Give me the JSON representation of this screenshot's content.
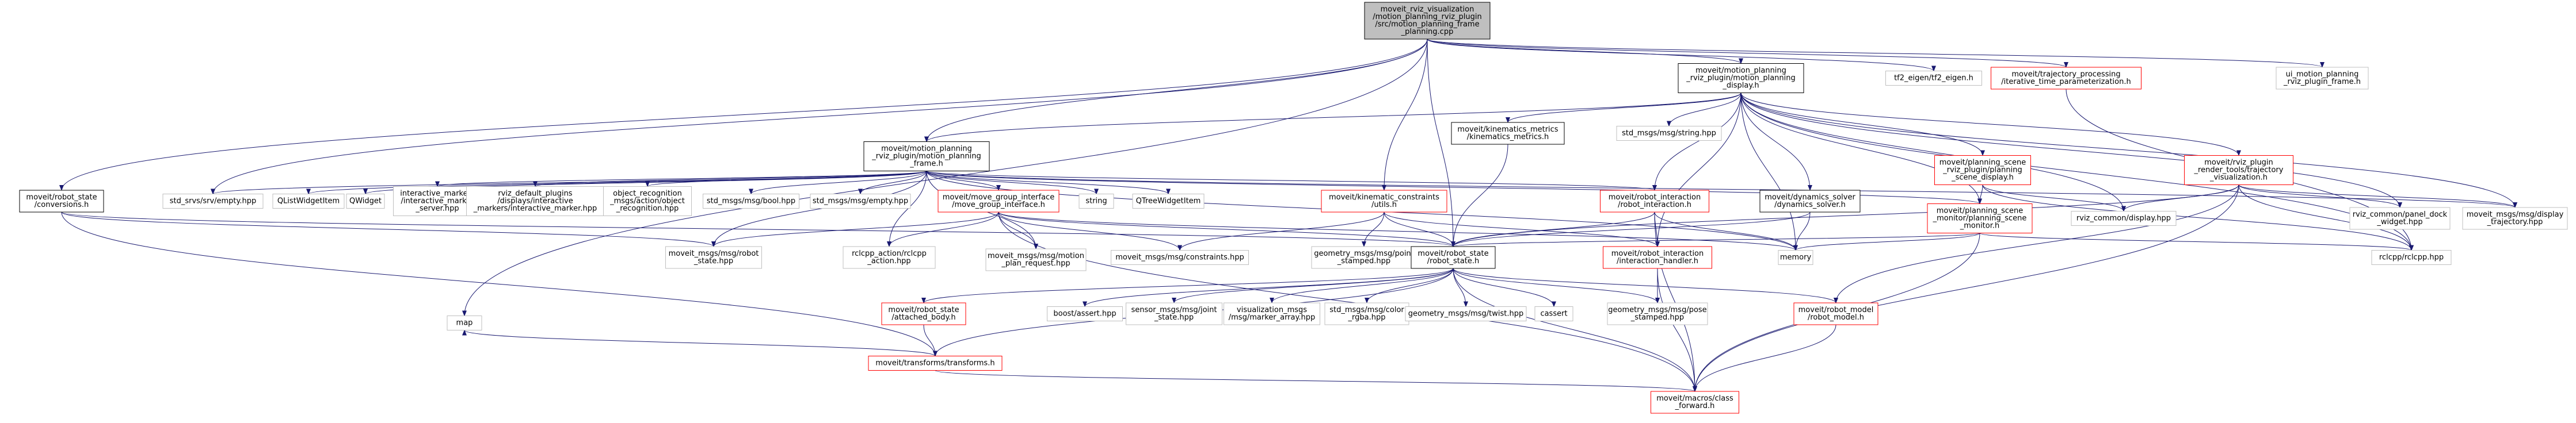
{
  "diagram": {
    "type": "include-dependency-graph",
    "colors": {
      "edge": "#191970",
      "root_fill": "#bfbfbf",
      "root_stroke": "#000000",
      "documented_stroke": "#000000",
      "undocumented_stroke": "#bfbfbf",
      "red_stroke": "#ff0000",
      "node_fill": "#ffffff"
    },
    "nodes": [
      {
        "id": "root",
        "style": "root",
        "lines": [
          "moveit_rviz_visualization",
          "/motion_planning_rviz_plugin",
          "/src/motion_planning_frame",
          "_planning.cpp"
        ]
      },
      {
        "id": "mpd",
        "style": "documented",
        "lines": [
          "moveit/motion_planning",
          "_rviz_plugin/motion_planning",
          "_display.h"
        ]
      },
      {
        "id": "tf2eigen",
        "style": "undocumented",
        "lines": [
          "tf2_eigen/tf2_eigen.h"
        ]
      },
      {
        "id": "itp",
        "style": "red",
        "lines": [
          "moveit/trajectory_processing",
          "/iterative_time_parameterization.h"
        ]
      },
      {
        "id": "uimpf",
        "style": "undocumented",
        "lines": [
          "ui_motion_planning",
          "_rviz_plugin_frame.h"
        ]
      },
      {
        "id": "mpf",
        "style": "documented",
        "lines": [
          "moveit/motion_planning",
          "_rviz_plugin/motion_planning",
          "_frame.h"
        ]
      },
      {
        "id": "kinmetrics",
        "style": "documented",
        "lines": [
          "moveit/kinematics_metrics",
          "/kinematics_metrics.h"
        ]
      },
      {
        "id": "stdstring",
        "style": "undocumented",
        "lines": [
          "std_msgs/msg/string.hpp"
        ]
      },
      {
        "id": "psd",
        "style": "red",
        "lines": [
          "moveit/planning_scene",
          "_rviz_plugin/planning",
          "_scene_display.h"
        ]
      },
      {
        "id": "rtv",
        "style": "red",
        "lines": [
          "moveit/rviz_plugin",
          "_render_tools/trajectory",
          "_visualization.h"
        ]
      },
      {
        "id": "conv",
        "style": "documented",
        "lines": [
          "moveit/robot_state",
          "/conversions.h"
        ]
      },
      {
        "id": "srvempty",
        "style": "undocumented",
        "lines": [
          "std_srvs/srv/empty.hpp"
        ]
      },
      {
        "id": "qlist",
        "style": "undocumented",
        "lines": [
          "QListWidgetItem"
        ]
      },
      {
        "id": "qwidget",
        "style": "undocumented",
        "lines": [
          "QWidget"
        ]
      },
      {
        "id": "imserver",
        "style": "undocumented",
        "lines": [
          "interactive_markers",
          "/interactive_marker",
          "_server.hpp"
        ]
      },
      {
        "id": "rdpim",
        "style": "undocumented",
        "lines": [
          "rviz_default_plugins",
          "/displays/interactive",
          "_markers/interactive_marker.hpp"
        ]
      },
      {
        "id": "objrec",
        "style": "undocumented",
        "lines": [
          "object_recognition",
          "_msgs/action/object",
          "_recognition.hpp"
        ]
      },
      {
        "id": "stdbool",
        "style": "undocumented",
        "lines": [
          "std_msgs/msg/bool.hpp"
        ]
      },
      {
        "id": "stdempty",
        "style": "undocumented",
        "lines": [
          "std_msgs/msg/empty.hpp"
        ]
      },
      {
        "id": "mgi",
        "style": "red",
        "lines": [
          "moveit/move_group_interface",
          "/move_group_interface.h"
        ]
      },
      {
        "id": "string",
        "style": "undocumented",
        "lines": [
          "string"
        ]
      },
      {
        "id": "qtree",
        "style": "undocumented",
        "lines": [
          "QTreeWidgetItem"
        ]
      },
      {
        "id": "kc",
        "style": "red",
        "lines": [
          "moveit/kinematic_constraints",
          "/utils.h"
        ]
      },
      {
        "id": "ri",
        "style": "red",
        "lines": [
          "moveit/robot_interaction",
          "/robot_interaction.h"
        ]
      },
      {
        "id": "ds",
        "style": "documented",
        "lines": [
          "moveit/dynamics_solver",
          "/dynamics_solver.h"
        ]
      },
      {
        "id": "psm",
        "style": "red",
        "lines": [
          "moveit/planning_scene",
          "_monitor/planning_scene",
          "_monitor.h"
        ]
      },
      {
        "id": "rvizdisplay",
        "style": "undocumented",
        "lines": [
          "rviz_common/display.hpp"
        ]
      },
      {
        "id": "paneldock",
        "style": "undocumented",
        "lines": [
          "rviz_common/panel_dock",
          "_widget.hpp"
        ]
      },
      {
        "id": "mmdisptraj",
        "style": "undocumented",
        "lines": [
          "moveit_msgs/msg/display",
          "_trajectory.hpp"
        ]
      },
      {
        "id": "mmrobotstate",
        "style": "undocumented",
        "lines": [
          "moveit_msgs/msg/robot",
          "_state.hpp"
        ]
      },
      {
        "id": "rclaction",
        "style": "undocumented",
        "lines": [
          "rclcpp_action/rclcpp",
          "_action.hpp"
        ]
      },
      {
        "id": "mmmpr",
        "style": "undocumented",
        "lines": [
          "moveit_msgs/msg/motion",
          "_plan_request.hpp"
        ]
      },
      {
        "id": "mmconstraints",
        "style": "undocumented",
        "lines": [
          "moveit_msgs/msg/constraints.hpp"
        ]
      },
      {
        "id": "gmpointstamped",
        "style": "undocumented",
        "lines": [
          "geometry_msgs/msg/point",
          "_stamped.hpp"
        ]
      },
      {
        "id": "rs",
        "style": "documented",
        "lines": [
          "moveit/robot_state",
          "/robot_state.h"
        ]
      },
      {
        "id": "ih",
        "style": "red",
        "lines": [
          "moveit/robot_interaction",
          "/interaction_handler.h"
        ]
      },
      {
        "id": "memory",
        "style": "undocumented",
        "lines": [
          "memory"
        ]
      },
      {
        "id": "rclcpp",
        "style": "undocumented",
        "lines": [
          "rclcpp/rclcpp.hpp"
        ]
      },
      {
        "id": "map",
        "style": "undocumented",
        "lines": [
          "map"
        ]
      },
      {
        "id": "ab",
        "style": "red",
        "lines": [
          "moveit/robot_state",
          "/attached_body.h"
        ]
      },
      {
        "id": "boostassert",
        "style": "undocumented",
        "lines": [
          "boost/assert.hpp"
        ]
      },
      {
        "id": "jointstate",
        "style": "undocumented",
        "lines": [
          "sensor_msgs/msg/joint",
          "_state.hpp"
        ]
      },
      {
        "id": "markerarray",
        "style": "undocumented",
        "lines": [
          "visualization_msgs",
          "/msg/marker_array.hpp"
        ]
      },
      {
        "id": "colorrgba",
        "style": "undocumented",
        "lines": [
          "std_msgs/msg/color",
          "_rgba.hpp"
        ]
      },
      {
        "id": "twist",
        "style": "undocumented",
        "lines": [
          "geometry_msgs/msg/twist.hpp"
        ]
      },
      {
        "id": "cassert",
        "style": "undocumented",
        "lines": [
          "cassert"
        ]
      },
      {
        "id": "posestamped",
        "style": "undocumented",
        "lines": [
          "geometry_msgs/msg/pose",
          "_stamped.hpp"
        ]
      },
      {
        "id": "rm",
        "style": "red",
        "lines": [
          "moveit/robot_model",
          "/robot_model.h"
        ]
      },
      {
        "id": "tr",
        "style": "red",
        "lines": [
          "moveit/transforms/transforms.h"
        ]
      },
      {
        "id": "cf",
        "style": "red",
        "lines": [
          "moveit/macros/class",
          "_forward.h"
        ]
      }
    ],
    "edges": [
      [
        "root",
        "mpd"
      ],
      [
        "root",
        "tf2eigen"
      ],
      [
        "root",
        "itp"
      ],
      [
        "root",
        "uimpf"
      ],
      [
        "root",
        "mpf"
      ],
      [
        "root",
        "kc"
      ],
      [
        "root",
        "rs"
      ],
      [
        "root",
        "conv"
      ],
      [
        "root",
        "srvempty"
      ],
      [
        "root",
        "map"
      ],
      [
        "mpd",
        "kinmetrics"
      ],
      [
        "mpd",
        "stdstring"
      ],
      [
        "mpd",
        "psd"
      ],
      [
        "mpd",
        "rtv"
      ],
      [
        "mpd",
        "ri"
      ],
      [
        "mpd",
        "ds"
      ],
      [
        "mpd",
        "psm"
      ],
      [
        "mpd",
        "rvizdisplay"
      ],
      [
        "mpd",
        "paneldock"
      ],
      [
        "mpd",
        "mmdisptraj"
      ],
      [
        "mpd",
        "memory"
      ],
      [
        "mpd",
        "rclcpp"
      ],
      [
        "mpd",
        "ih"
      ],
      [
        "mpd",
        "mpf"
      ],
      [
        "itp",
        "rclcpp"
      ],
      [
        "mpf",
        "srvempty"
      ],
      [
        "mpf",
        "qlist"
      ],
      [
        "mpf",
        "qwidget"
      ],
      [
        "mpf",
        "imserver"
      ],
      [
        "mpf",
        "rdpim"
      ],
      [
        "mpf",
        "objrec"
      ],
      [
        "mpf",
        "stdbool"
      ],
      [
        "mpf",
        "stdempty"
      ],
      [
        "mpf",
        "mgi"
      ],
      [
        "mpf",
        "string"
      ],
      [
        "mpf",
        "qtree"
      ],
      [
        "mpf",
        "ri"
      ],
      [
        "mpf",
        "psm"
      ],
      [
        "mpf",
        "mmrobotstate"
      ],
      [
        "mpf",
        "rclaction"
      ],
      [
        "mpf",
        "mmmpr"
      ],
      [
        "mpf",
        "memory"
      ],
      [
        "mpf",
        "mmdisptraj"
      ],
      [
        "kinmetrics",
        "rs"
      ],
      [
        "psd",
        "psm"
      ],
      [
        "psd",
        "rvizdisplay"
      ],
      [
        "psd",
        "rclcpp"
      ],
      [
        "rtv",
        "rvizdisplay"
      ],
      [
        "rtv",
        "paneldock"
      ],
      [
        "rtv",
        "mmdisptraj"
      ],
      [
        "rtv",
        "rclcpp"
      ],
      [
        "rtv",
        "rs"
      ],
      [
        "rtv",
        "rm"
      ],
      [
        "rtv",
        "cf"
      ],
      [
        "conv",
        "mmrobotstate"
      ],
      [
        "conv",
        "rs"
      ],
      [
        "conv",
        "tr"
      ],
      [
        "mgi",
        "mmrobotstate"
      ],
      [
        "mgi",
        "rclaction"
      ],
      [
        "mgi",
        "mmmpr"
      ],
      [
        "mgi",
        "mmconstraints"
      ],
      [
        "mgi",
        "rs"
      ],
      [
        "mgi",
        "cf"
      ],
      [
        "mgi",
        "memory"
      ],
      [
        "kc",
        "gmpointstamped"
      ],
      [
        "kc",
        "mmconstraints"
      ],
      [
        "kc",
        "rs"
      ],
      [
        "kc",
        "ih"
      ],
      [
        "ri",
        "rs"
      ],
      [
        "ri",
        "ih"
      ],
      [
        "ri",
        "memory"
      ],
      [
        "ri",
        "cf"
      ],
      [
        "ds",
        "rs"
      ],
      [
        "ds",
        "memory"
      ],
      [
        "psm",
        "rs"
      ],
      [
        "psm",
        "memory"
      ],
      [
        "psm",
        "rclcpp"
      ],
      [
        "psm",
        "cf"
      ],
      [
        "rs",
        "ab"
      ],
      [
        "rs",
        "boostassert"
      ],
      [
        "rs",
        "jointstate"
      ],
      [
        "rs",
        "markerarray"
      ],
      [
        "rs",
        "colorrgba"
      ],
      [
        "rs",
        "twist"
      ],
      [
        "rs",
        "cassert"
      ],
      [
        "rs",
        "posestamped"
      ],
      [
        "rs",
        "rm"
      ],
      [
        "rs",
        "tr"
      ],
      [
        "rs",
        "cf"
      ],
      [
        "ih",
        "posestamped"
      ],
      [
        "ih",
        "cf"
      ],
      [
        "ab",
        "tr"
      ],
      [
        "rm",
        "cf"
      ],
      [
        "tr",
        "map"
      ],
      [
        "tr",
        "cf"
      ]
    ]
  }
}
